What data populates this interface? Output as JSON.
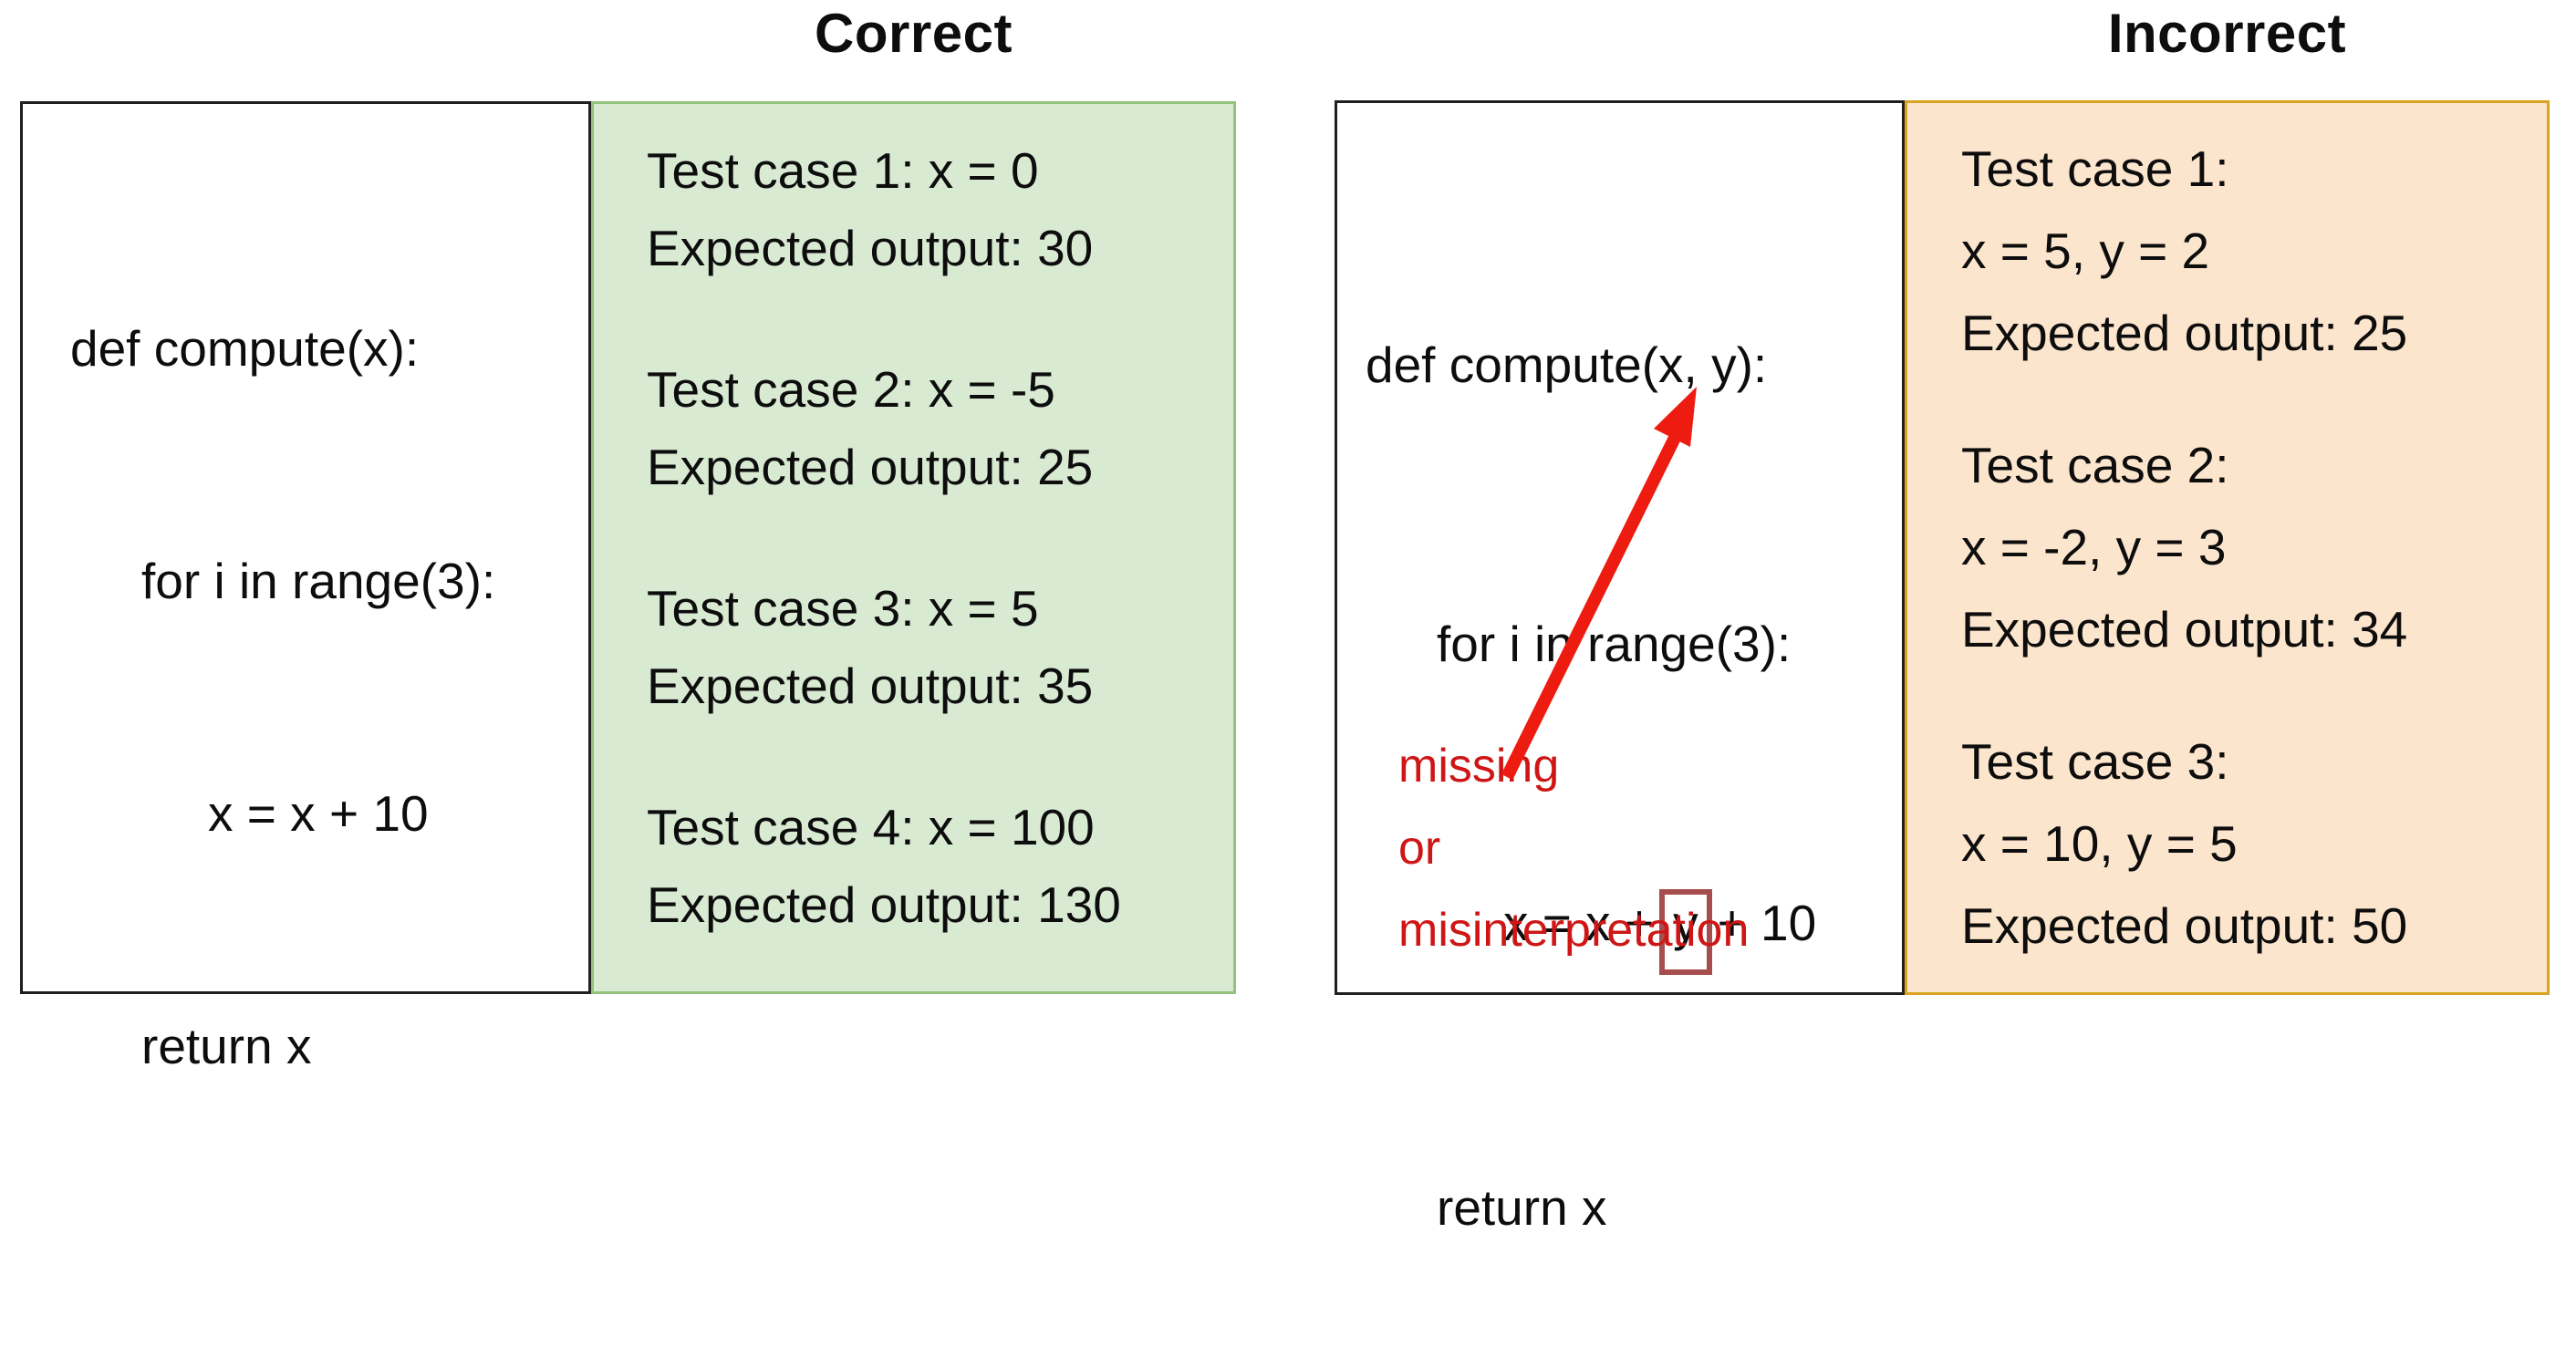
{
  "titles": {
    "correct": "Correct",
    "incorrect": "Incorrect"
  },
  "colors": {
    "green_panel_fill": "#d9ead3",
    "green_panel_border": "#93c47d",
    "orange_panel_fill": "#fce5cd",
    "orange_panel_border": "#d9a521",
    "code_box_border": "#1f1f1f",
    "highlight_box_border": "#a64d4d",
    "annotation_red": "#cf1616",
    "arrow_red": "#ee1b10"
  },
  "correct_example": {
    "code_lines": [
      "def compute(x):",
      "for i in range(3):",
      "x = x + 10",
      "return x"
    ],
    "test_cases": [
      {
        "line1": "Test case 1: x = 0",
        "line2": "Expected output: 30"
      },
      {
        "line1": "Test case 2: x = -5",
        "line2": "Expected output: 25"
      },
      {
        "line1": "Test case 3: x = 5",
        "line2": "Expected output: 35"
      },
      {
        "line1": "Test case 4: x = 100",
        "line2": "Expected output: 130"
      }
    ]
  },
  "incorrect_example": {
    "code_lines": {
      "line1": "def compute(x, y):",
      "line2": "for i in range(3):",
      "line3_pre": "x = x +",
      "line3_boxed": "y",
      "line3_post": "+ 10",
      "line4": "return x"
    },
    "annotation_lines": [
      "missing",
      "or",
      "misinterpretation"
    ],
    "test_cases": [
      {
        "line1": "Test case 1:",
        "line2": "x = 5, y = 2",
        "line3": "Expected output: 25"
      },
      {
        "line1": "Test case 2:",
        "line2": "x = -2, y = 3",
        "line3": "Expected output: 34"
      },
      {
        "line1": "Test case 3:",
        "line2": "x = 10, y = 5",
        "line3": "Expected output: 50"
      }
    ]
  }
}
